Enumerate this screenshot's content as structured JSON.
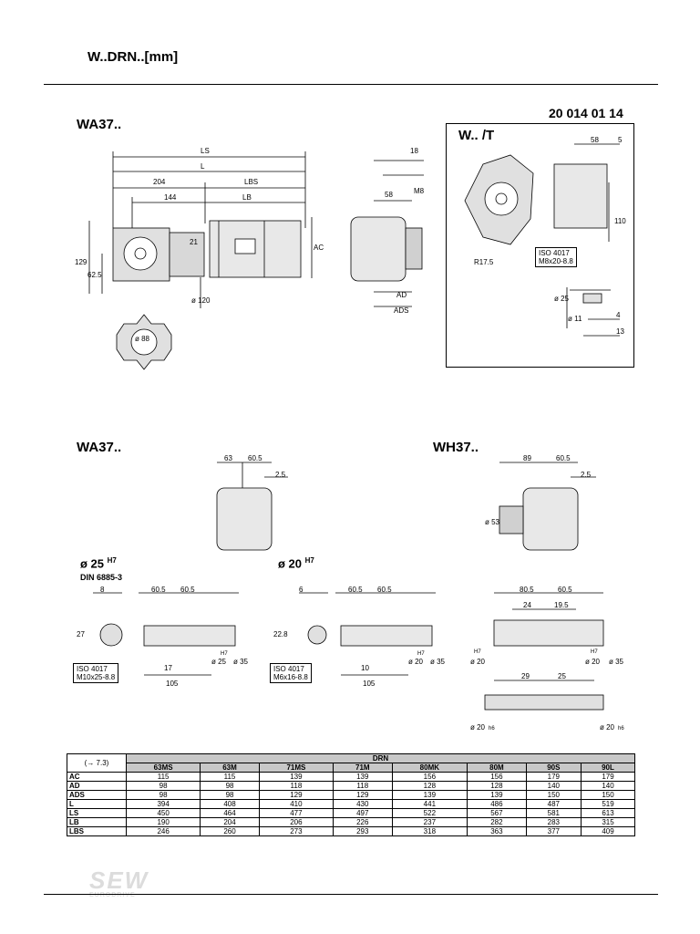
{
  "header": {
    "title": "W..DRN..[mm]"
  },
  "doc_number": "20 014 01 14",
  "section_top_left": {
    "title": "WA37..",
    "dims": [
      "LS",
      "L",
      "204",
      "LBS",
      "144",
      "LB",
      "129",
      "62.5",
      "21",
      "ø 120",
      "AC",
      "18",
      "M8",
      "58",
      "AD",
      "ADS",
      "ø 88"
    ]
  },
  "section_top_right": {
    "title": "W.. /T",
    "dims": [
      "58",
      "5",
      "110",
      "R17.5",
      "ø 25",
      "ø 11",
      "4",
      "13"
    ],
    "iso_line1": "ISO 4017",
    "iso_line2": "M8x20-8.8"
  },
  "section_mid_left": {
    "title": "WA37..",
    "dims": [
      "63",
      "60.5",
      "2.5"
    ]
  },
  "section_mid_right": {
    "title": "WH37..",
    "dims": [
      "89",
      "60.5",
      "2.5",
      "ø 53"
    ]
  },
  "shaft_25": {
    "title": "ø 25",
    "sup": "H7",
    "sub": "DIN 6885-3",
    "dims": [
      "8",
      "60.5",
      "60.5",
      "27",
      "17",
      "105",
      "ø 25",
      "H7",
      "ø 35"
    ],
    "iso_line1": "ISO 4017",
    "iso_line2": "M10x25-8.8"
  },
  "shaft_20": {
    "title": "ø 20",
    "sup": "H7",
    "dims": [
      "6",
      "60.5",
      "60.5",
      "22.8",
      "10",
      "105",
      "ø 20",
      "H7",
      "ø 35"
    ],
    "iso_line1": "ISO 4017",
    "iso_line2": "M6x16-8.8"
  },
  "shaft_wh": {
    "dims": [
      "80.5",
      "60.5",
      "24",
      "19.5",
      "ø 20",
      "H7",
      "ø 20",
      "H7",
      "ø 35",
      "29",
      "25",
      "ø 20",
      "h6",
      "ø 20",
      "h6"
    ]
  },
  "table": {
    "ref": "(→ 7.3)",
    "group": "DRN",
    "columns": [
      "63MS",
      "63M",
      "71MS",
      "71M",
      "80MK",
      "80M",
      "90S",
      "90L"
    ],
    "rows": [
      {
        "label": "AC",
        "values": [
          "115",
          "115",
          "139",
          "139",
          "156",
          "156",
          "179",
          "179"
        ]
      },
      {
        "label": "AD",
        "values": [
          "98",
          "98",
          "118",
          "118",
          "128",
          "128",
          "140",
          "140"
        ]
      },
      {
        "label": "ADS",
        "values": [
          "98",
          "98",
          "129",
          "129",
          "139",
          "139",
          "150",
          "150"
        ]
      },
      {
        "label": "L",
        "values": [
          "394",
          "408",
          "410",
          "430",
          "441",
          "486",
          "487",
          "519"
        ]
      },
      {
        "label": "LS",
        "values": [
          "450",
          "464",
          "477",
          "497",
          "522",
          "567",
          "581",
          "613"
        ]
      },
      {
        "label": "LB",
        "values": [
          "190",
          "204",
          "206",
          "226",
          "237",
          "282",
          "283",
          "315"
        ]
      },
      {
        "label": "LBS",
        "values": [
          "246",
          "260",
          "273",
          "293",
          "318",
          "363",
          "377",
          "409"
        ]
      }
    ]
  },
  "logo": {
    "brand": "SEW",
    "sub": "EURODRIVE"
  },
  "colors": {
    "line": "#000000",
    "table_header": "#c8c8c8",
    "drawing_fill": "#e0e0e0"
  }
}
